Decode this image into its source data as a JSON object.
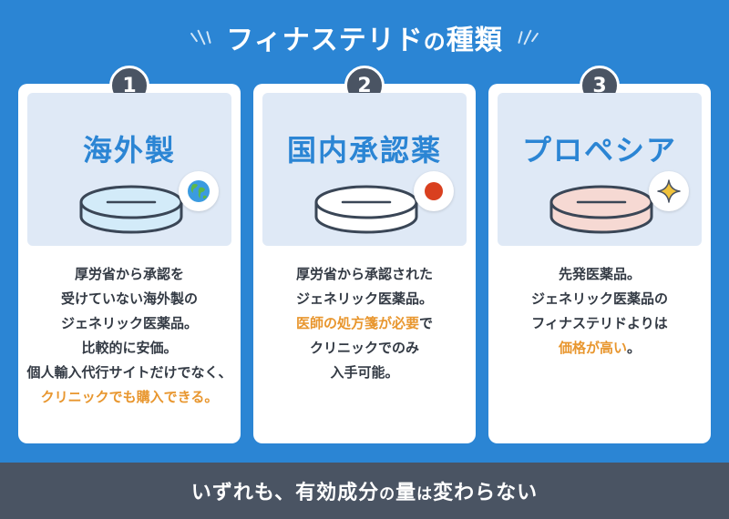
{
  "header": {
    "title_a": "フィナステリド",
    "title_b": "の",
    "title_c": "種類"
  },
  "cards": [
    {
      "number": "1",
      "title": "海外製",
      "pill_color": "#d3ebf9",
      "pill_stroke": "#3a4656",
      "sticker_icon": "globe-icon",
      "lines": [
        "厚労省から承認を",
        "受けていない海外製の",
        "ジェネリック医薬品。",
        "比較的に安価。",
        "個人輸入代行サイトだけでなく、"
      ],
      "highlight": "クリニックでも購入できる。"
    },
    {
      "number": "2",
      "title": "国内承認薬",
      "pill_color": "#ffffff",
      "pill_stroke": "#3a4656",
      "sticker_icon": "japan-flag-icon",
      "sticker_color": "#d9401f",
      "lines_a": [
        "厚労省から承認された",
        "ジェネリック医薬品。"
      ],
      "highlight": "医師の処方箋が必要",
      "highlight_tail": "で",
      "lines_b": [
        "クリニックでのみ",
        "入手可能。"
      ]
    },
    {
      "number": "3",
      "title": "プロペシア",
      "pill_color": "#f6d9d3",
      "pill_stroke": "#3a4656",
      "sticker_icon": "sparkle-icon",
      "sticker_color": "#f0c23b",
      "lines": [
        "先発医薬品。",
        "ジェネリック医薬品の",
        "フィナステリドよりは"
      ],
      "highlight": "価格が高い",
      "highlight_tail": "。"
    }
  ],
  "footer": {
    "text_a": "いずれも、有効成分",
    "text_b": "の",
    "text_c": "量",
    "text_d": "は",
    "text_e": "変わらない"
  },
  "colors": {
    "background": "#2b85d4",
    "accent": "#e8962e",
    "dark": "#4a5463",
    "panel": "#dfe9f6"
  }
}
